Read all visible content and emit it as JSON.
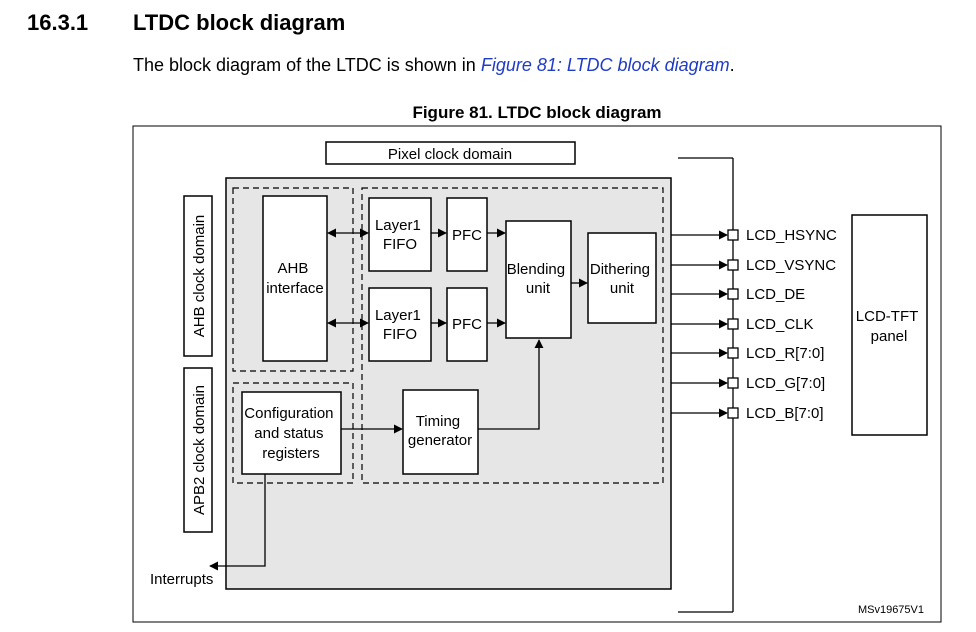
{
  "section": {
    "number": "16.3.1",
    "title": "LTDC block diagram",
    "intro_before": "The block diagram of the LTDC is shown in ",
    "intro_link": "Figure 81: LTDC block diagram",
    "intro_after": "."
  },
  "figure": {
    "caption": "Figure 81. LTDC block diagram",
    "pixel_clock_domain": "Pixel clock domain",
    "ahb_clock_domain": "AHB clock domain",
    "apb2_clock_domain": "APB2 clock domain",
    "ahb_interface": [
      "AHB",
      "interface"
    ],
    "layer1_fifo_top": [
      "Layer1",
      "FIFO"
    ],
    "layer1_fifo_bottom": [
      "Layer1",
      "FIFO"
    ],
    "pfc_top": "PFC",
    "pfc_bottom": "PFC",
    "blending_unit": [
      "Blending",
      "unit"
    ],
    "dithering_unit": [
      "Dithering",
      "unit"
    ],
    "config_registers": [
      "Configuration",
      "and status",
      "registers"
    ],
    "timing_generator": [
      "Timing",
      "generator"
    ],
    "interrupts": "Interrupts",
    "signals": [
      "LCD_HSYNC",
      "LCD_VSYNC",
      "LCD_DE",
      "LCD_CLK",
      "LCD_R[7:0]",
      "LCD_G[7:0]",
      "LCD_B[7:0]"
    ],
    "lcd_panel": [
      "LCD-TFT",
      "panel"
    ],
    "figure_id": "MSv19675V1"
  }
}
